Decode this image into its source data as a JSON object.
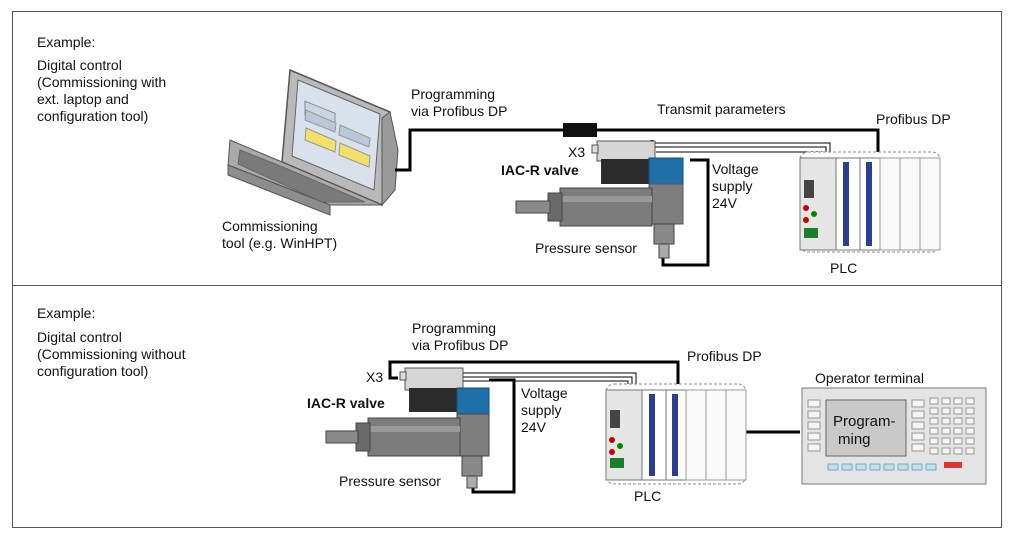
{
  "panel_top": {
    "heading": "Example:",
    "description": [
      "Digital control",
      "(Commissioning with",
      "ext. laptop and",
      "configuration tool)"
    ],
    "programming": [
      "Programming",
      "via Profibus DP"
    ],
    "transmit": "Transmit parameters",
    "profibus": "Profibus DP",
    "x3": "X3",
    "valve": "IAC-R valve",
    "voltage": [
      "Voltage",
      "supply",
      "24V"
    ],
    "sensor": "Pressure sensor",
    "tool": [
      "Commissioning",
      "tool (e.g. WinHPT)"
    ],
    "plc": "PLC"
  },
  "panel_bottom": {
    "heading": "Example:",
    "description": [
      "Digital control",
      "(Commissioning without",
      "configuration tool)"
    ],
    "programming": [
      "Programming",
      "via Profibus DP"
    ],
    "profibus": "Profibus DP",
    "terminal": "Operator terminal",
    "screen": [
      "Program-",
      "ming"
    ],
    "x3": "X3",
    "valve": "IAC-R valve",
    "voltage": [
      "Voltage",
      "supply",
      "24V"
    ],
    "sensor": "Pressure sensor",
    "plc": "PLC"
  },
  "colors": {
    "valve_blue": "#1f6fa8",
    "line": "#000000",
    "border": "#555555",
    "plc_blue": "#2a3f8f"
  }
}
